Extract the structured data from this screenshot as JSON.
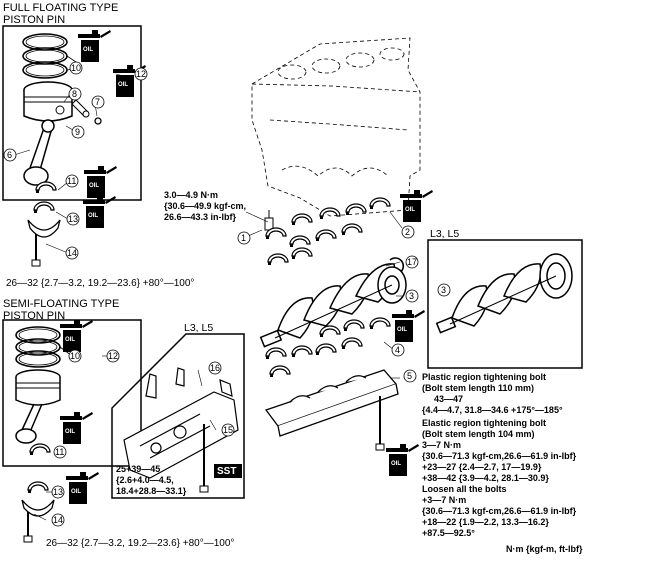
{
  "full_floating": {
    "title": "FULL FLOATING TYPE",
    "subtitle": "PISTON PIN",
    "torque": "26—32 {2.7—3.2, 19.2—23.6} +80°—100°"
  },
  "semi_floating": {
    "title": "SEMI-FLOATING TYPE",
    "subtitle": "PISTON PIN",
    "torque": "26—32 {2.7—3.2, 19.2—23.6} +80°—100°"
  },
  "callouts": {
    "c1": "1",
    "c2": "2",
    "c3": "3",
    "c4": "4",
    "c5": "5",
    "c6": "6",
    "c7": "7",
    "c8": "8",
    "c9": "9",
    "c10": "10",
    "c11": "11",
    "c12": "12",
    "c13": "13",
    "c14": "14",
    "c15": "15",
    "c16": "16",
    "c17": "17"
  },
  "oil_label": "OIL",
  "sst_label": "SST",
  "l3l5_label": "L3, L5",
  "torque_plug": {
    "line1": "3.0—4.9 N·m",
    "line2": "{30.6—49.9 kgf-cm,",
    "line3": "26.6—43.3 in-lbf}"
  },
  "torque_ladder": {
    "line1": "25+39—45",
    "line2": "{2.6+4.0—4.5,",
    "line3": "18.4+28.8—33.1}"
  },
  "bolt_spec": {
    "plastic_title": "Plastic region tightening bolt",
    "plastic_len": "(Bolt stem length 110 mm)",
    "plastic_1": "43—47",
    "plastic_2": "{4.4—4.7, 31.8—34.6 +175°—185°",
    "elastic_title": "Elastic region tightening bolt",
    "elastic_len": "(Bolt stem length 104 mm)",
    "elastic_1": "3—7 N·m",
    "elastic_2": "{30.6—71.3 kgf-cm,26.6—61.9 in-lbf}",
    "elastic_3": "+23—27 {2.4—2.7, 17—19.9}",
    "elastic_4": "+38—42 {3.9—4.2, 28.1—30.9}",
    "loosen_title": "Loosen all the bolts",
    "loosen_1": "+3—7 N·m",
    "loosen_2": "{30.6—71.3 kgf-cm,26.6—61.9 in-lbf}",
    "loosen_3": "+18—22 {1.9—2.2, 13.3—16.2}",
    "loosen_4": "+87.5—92.5°"
  },
  "units_note": "N·m {kgf-m, ft-lbf}"
}
